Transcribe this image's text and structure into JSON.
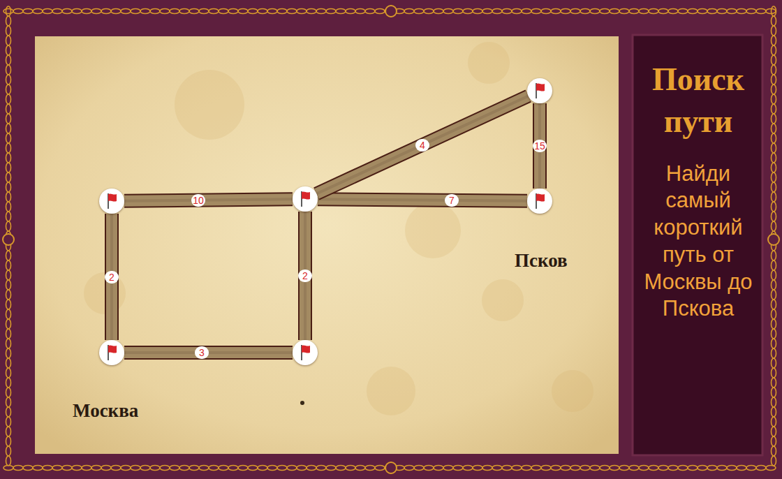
{
  "diagram": {
    "title": "Поиск пути",
    "caption": "Найди самый короткий путь от Москвы до Пскова",
    "nodes": [
      {
        "text": []
      },
      {
        "text": []
      },
      {
        "text": []
      },
      {
        "text": [
          "Псков"
        ]
      },
      {
        "text": [
          "Москва"
        ]
      },
      {
        "text": []
      }
    ],
    "edges": [
      {
        "from": 1,
        "to": 2,
        "arrow": "none",
        "label": "10"
      },
      {
        "from": 1,
        "to": 4,
        "arrow": "none",
        "label": "2"
      },
      {
        "from": 2,
        "to": 5,
        "arrow": "none",
        "label": "2"
      },
      {
        "from": 4,
        "to": 5,
        "arrow": "none",
        "label": "3"
      },
      {
        "from": 2,
        "to": 3,
        "arrow": "none",
        "label": "7"
      },
      {
        "from": 2,
        "to": 0,
        "arrow": "none",
        "label": "4"
      },
      {
        "from": 0,
        "to": 3,
        "arrow": "none",
        "label": "15"
      }
    ]
  }
}
